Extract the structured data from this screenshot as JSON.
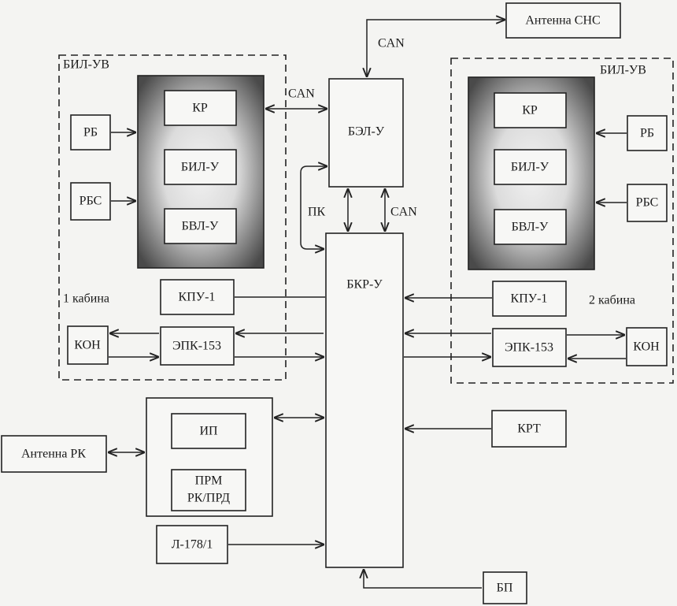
{
  "blocks": {
    "antenna_sns": "Антенна СНС",
    "bil_uv_left": "БИЛ-УВ",
    "bil_uv_right": "БИЛ-УВ",
    "kr_left": "КР",
    "bil_u_left": "БИЛ-У",
    "bvl_u_left": "БВЛ-У",
    "kr_right": "КР",
    "bil_u_right": "БИЛ-У",
    "bvl_u_right": "БВЛ-У",
    "rb_left": "РБ",
    "rbs_left": "РБС",
    "rb_right": "РБ",
    "rbs_right": "РБС",
    "bel_u": "БЭЛ-У",
    "bkr_u": "БКР-У",
    "kpu_left": "КПУ-1",
    "kpu_right": "КПУ-1",
    "kon_left": "КОН",
    "kon_right": "КОН",
    "epk_left": "ЭПК-153",
    "epk_right": "ЭПК-153",
    "ip": "ИП",
    "prm_line1": "ПРМ",
    "prm_line2": "РК/ПРД",
    "antenna_rk": "Антенна РК",
    "krt": "КРТ",
    "l178": "Л-178/1",
    "bp": "БП"
  },
  "labels": {
    "can_top": "CAN",
    "can_left": "CAN",
    "can_mid": "CAN",
    "pk": "ПК",
    "cabin_1": "1 кабина",
    "cabin_2": "2 кабина"
  },
  "colors": {
    "panel_dark": "#4a4a4a",
    "panel_light": "#e9e9e9"
  }
}
